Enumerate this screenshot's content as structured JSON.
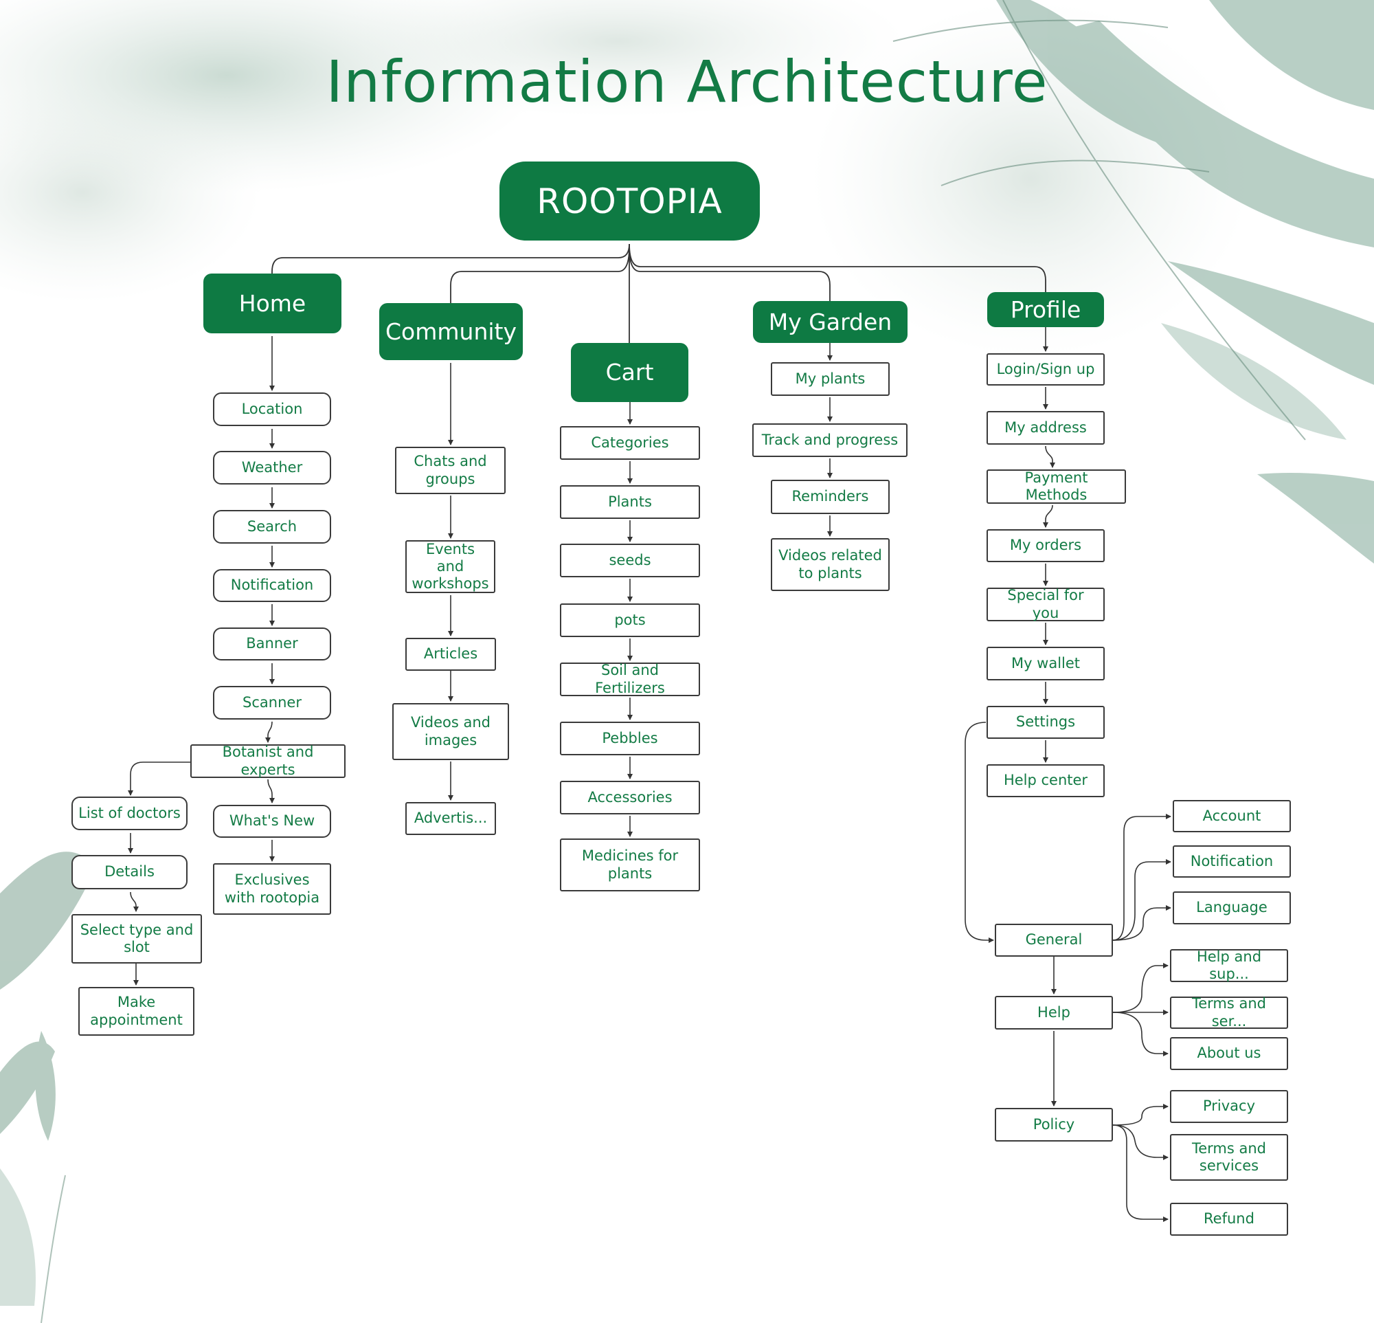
{
  "page": {
    "title": "Information Architecture"
  },
  "root": "ROOTOPIA",
  "sections": {
    "home": "Home",
    "community": "Community",
    "cart": "Cart",
    "my_garden": "My Garden",
    "profile": "Profile"
  },
  "home": {
    "items": [
      "Location",
      "Weather",
      "Search",
      "Notification",
      "Banner",
      "Scanner",
      "Botanist and experts",
      "What's New",
      "Exclusives with rootopia"
    ],
    "doctors": [
      "List of doctors",
      "Details",
      "Select type and slot",
      "Make appointment"
    ]
  },
  "community": {
    "items": [
      "Chats and groups",
      "Events and workshops",
      "Articles",
      "Videos and images",
      "Advertis..."
    ]
  },
  "cart": {
    "items": [
      "Categories",
      "Plants",
      "seeds",
      "pots",
      "Soil and Fertilizers",
      "Pebbles",
      "Accessories",
      "Medicines for plants"
    ]
  },
  "my_garden": {
    "items": [
      "My plants",
      "Track and progress",
      "Reminders",
      "Videos related to plants"
    ]
  },
  "profile": {
    "items": [
      "Login/Sign up",
      "My address",
      "Payment Methods",
      "My orders",
      "Special for you",
      "My wallet",
      "Settings",
      "Help center"
    ],
    "settings": [
      "General",
      "Help",
      "Policy"
    ],
    "general": [
      "Account",
      "Notification",
      "Language"
    ],
    "help": [
      "Help and sup...",
      "Terms and ser...",
      "About us"
    ],
    "policy": [
      "Privacy",
      "Terms and services",
      "Refund"
    ]
  }
}
